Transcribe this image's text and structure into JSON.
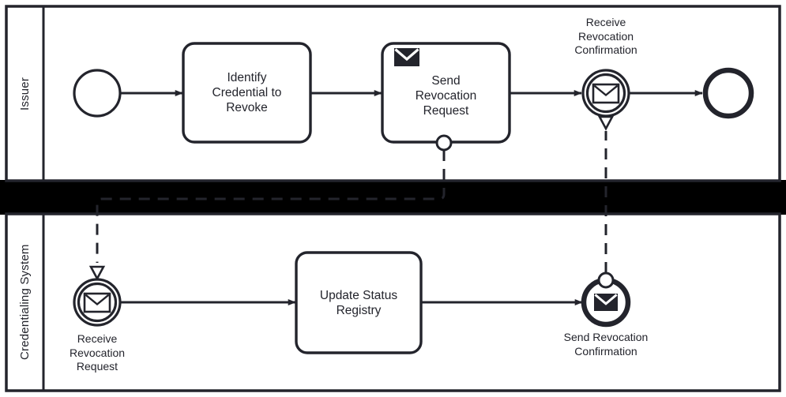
{
  "diagram": {
    "type": "bpmn-collaboration-diagram",
    "colors": {
      "stroke": "#23242c",
      "fill": "#ffffff",
      "band": "#000000",
      "text": "#23242c"
    },
    "pools": [
      {
        "id": "issuer",
        "label": "Issuer"
      },
      {
        "id": "credentialing-system",
        "label": "Credentialing System"
      }
    ],
    "issuer_lane": {
      "start_event": {
        "name": "start-event",
        "label": ""
      },
      "tasks": [
        {
          "id": "identify-credential",
          "label": "Identify\nCredential to\nRevoke",
          "marker": "none"
        },
        {
          "id": "send-revocation-request",
          "label": "Send\nRevocation\nRequest",
          "marker": "send-envelope-filled"
        }
      ],
      "intermediate_event": {
        "id": "receive-revocation-confirmation",
        "label": "Receive\nRevocation\nConfirmation",
        "marker": "message-envelope-outline",
        "event_type": "intermediate-catch"
      },
      "end_event": {
        "id": "issuer-end-event",
        "label": "",
        "event_type": "end"
      }
    },
    "credentialing_lane": {
      "start_event": {
        "id": "receive-revocation-request",
        "label": "Receive\nRevocation\nRequest",
        "marker": "message-envelope-outline",
        "event_type": "start-message"
      },
      "tasks": [
        {
          "id": "update-status-registry",
          "label": "Update Status\nRegistry",
          "marker": "none"
        }
      ],
      "end_event": {
        "id": "send-revocation-confirmation",
        "label": "Send Revocation\nConfirmation",
        "marker": "message-envelope-filled",
        "event_type": "end-message"
      }
    },
    "message_flows": [
      {
        "id": "revocation-request-flow",
        "from": "send-revocation-request",
        "to": "receive-revocation-request",
        "style": "dashed"
      },
      {
        "id": "revocation-confirmation-flow",
        "from": "send-revocation-confirmation",
        "to": "receive-revocation-confirmation",
        "style": "dashed"
      }
    ],
    "sequence_flows": [
      {
        "from": "start-event",
        "to": "identify-credential"
      },
      {
        "from": "identify-credential",
        "to": "send-revocation-request"
      },
      {
        "from": "send-revocation-request",
        "to": "receive-revocation-confirmation"
      },
      {
        "from": "receive-revocation-confirmation",
        "to": "issuer-end-event"
      },
      {
        "from": "receive-revocation-request",
        "to": "update-status-registry"
      },
      {
        "from": "update-status-registry",
        "to": "send-revocation-confirmation"
      }
    ]
  }
}
